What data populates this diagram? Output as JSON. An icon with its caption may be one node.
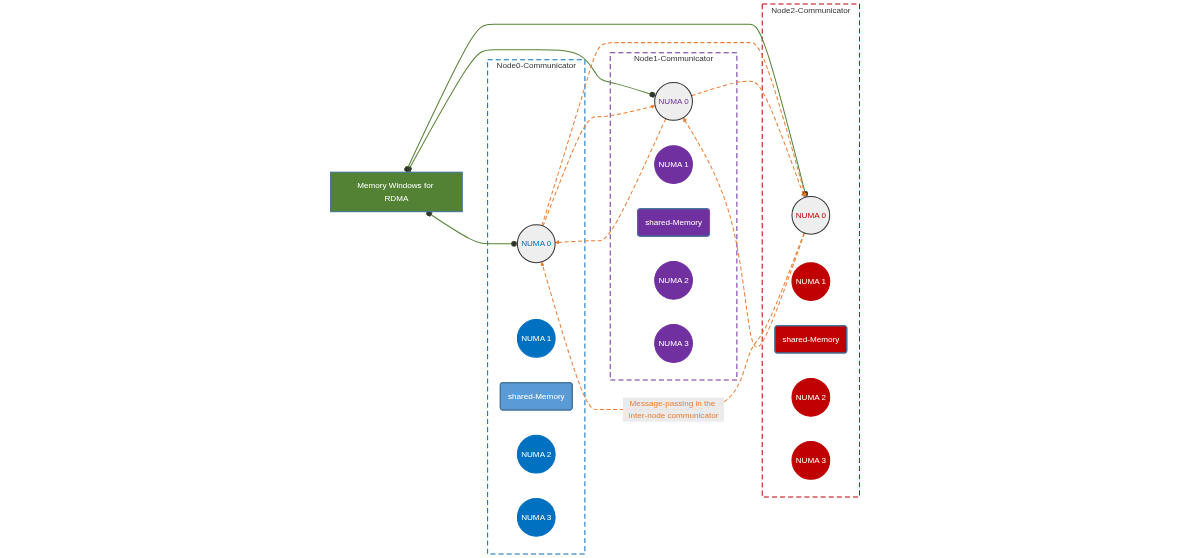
{
  "diagram": {
    "nodes": [
      {
        "text": [
          "Memory Windows for RDMA"
        ]
      },
      {
        "text": [
          "Node0-Communicator"
        ]
      },
      {
        "text": [
          "NUMA 0"
        ],
        "in": 1
      },
      {
        "text": [
          "NUMA 1"
        ],
        "in": 1
      },
      {
        "text": [
          "shared-Memory"
        ],
        "in": 1
      },
      {
        "text": [
          "NUMA 2"
        ],
        "in": 1
      },
      {
        "text": [
          "NUMA 3"
        ],
        "in": 1
      },
      {
        "text": [
          "Node1-Communicator"
        ]
      },
      {
        "text": [
          "NUMA 0"
        ],
        "in": 7
      },
      {
        "text": [
          "NUMA 1"
        ],
        "in": 7
      },
      {
        "text": [
          "shared-Memory"
        ],
        "in": 7
      },
      {
        "text": [
          "NUMA 2"
        ],
        "in": 7
      },
      {
        "text": [
          "NUMA 3"
        ],
        "in": 7
      },
      {
        "text": [
          "Node2-Communicator"
        ]
      },
      {
        "text": [
          "NUMA 0"
        ],
        "in": 13
      },
      {
        "text": [
          "NUMA 1"
        ],
        "in": 13
      },
      {
        "text": [
          "shared-Memory"
        ],
        "in": 13
      },
      {
        "text": [
          "NUMA 2"
        ],
        "in": 13
      },
      {
        "text": [
          "NUMA 3"
        ],
        "in": 13
      }
    ],
    "edges": [
      {
        "from": 0,
        "to": 2,
        "arrow": "other",
        "color": "#548235"
      },
      {
        "from": 0,
        "to": 8,
        "arrow": "other",
        "color": "#548235"
      },
      {
        "from": 0,
        "to": 14,
        "arrow": "other",
        "color": "#548235"
      },
      {
        "from": 14,
        "to": 2,
        "arrow": "to",
        "style": "dashed",
        "label": "Message-passing in the inter-node communicator"
      },
      {
        "from": 8,
        "to": 2,
        "arrow": "to",
        "style": "dashed"
      },
      {
        "from": 2,
        "to": 8,
        "arrow": "to",
        "style": "dashed"
      },
      {
        "from": 14,
        "to": 8,
        "arrow": "to",
        "style": "dashed"
      },
      {
        "from": 2,
        "to": 14,
        "arrow": "to",
        "style": "dashed"
      },
      {
        "from": 8,
        "to": 14,
        "arrow": "to",
        "style": "dashed"
      }
    ]
  }
}
